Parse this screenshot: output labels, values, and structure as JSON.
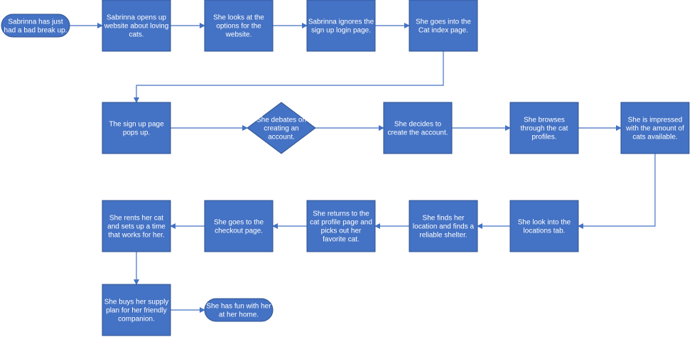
{
  "colors": {
    "fill": "#4472c4",
    "stroke": "#2f528f",
    "text": "#ffffff",
    "edge": "#4472c4"
  },
  "nodes": [
    {
      "id": "n1",
      "shape": "terminator",
      "lines": [
        "Sabrinna has just",
        "had a bad break up."
      ]
    },
    {
      "id": "n2",
      "shape": "process",
      "lines": [
        "Sabrinna opens up",
        "website about loving",
        "cats."
      ]
    },
    {
      "id": "n3",
      "shape": "process",
      "lines": [
        "She looks at the",
        "options for the",
        "website."
      ]
    },
    {
      "id": "n4",
      "shape": "process",
      "lines": [
        "Sabrinna ignores the",
        "sign up login page."
      ]
    },
    {
      "id": "n5",
      "shape": "process",
      "lines": [
        "She goes into the",
        "Cat index page."
      ]
    },
    {
      "id": "n6",
      "shape": "process",
      "lines": [
        "The sign up page",
        "pops up."
      ]
    },
    {
      "id": "n7",
      "shape": "decision",
      "lines": [
        "She debates on",
        "creating an",
        "account."
      ]
    },
    {
      "id": "n8",
      "shape": "process",
      "lines": [
        "She decides to",
        "create the account."
      ]
    },
    {
      "id": "n9",
      "shape": "process",
      "lines": [
        "She browses",
        "through the cat",
        "profiles."
      ]
    },
    {
      "id": "n10",
      "shape": "process",
      "lines": [
        "She is impressed",
        "with the amount of",
        "cats available."
      ]
    },
    {
      "id": "n11",
      "shape": "process",
      "lines": [
        "She look into the",
        "locations tab."
      ]
    },
    {
      "id": "n12",
      "shape": "process",
      "lines": [
        "She finds her",
        "location and finds a",
        "reliable shelter."
      ]
    },
    {
      "id": "n13",
      "shape": "process",
      "lines": [
        "She returns to the",
        "cat profile page and",
        "picks out her",
        "favorite cat."
      ]
    },
    {
      "id": "n14",
      "shape": "process",
      "lines": [
        "She goes to the",
        "checkout page."
      ]
    },
    {
      "id": "n15",
      "shape": "process",
      "lines": [
        "She rents her cat",
        "and sets up a time",
        "that works for her."
      ]
    },
    {
      "id": "n16",
      "shape": "process",
      "lines": [
        "She buys her supply",
        "plan for her friendly",
        "companion."
      ]
    },
    {
      "id": "n17",
      "shape": "terminator",
      "lines": [
        "She has fun with her",
        "at her home."
      ]
    }
  ],
  "edges": [
    [
      "n1",
      "n2"
    ],
    [
      "n2",
      "n3"
    ],
    [
      "n3",
      "n4"
    ],
    [
      "n4",
      "n5"
    ],
    [
      "n5",
      "n6"
    ],
    [
      "n6",
      "n7"
    ],
    [
      "n7",
      "n8"
    ],
    [
      "n8",
      "n9"
    ],
    [
      "n9",
      "n10"
    ],
    [
      "n10",
      "n11"
    ],
    [
      "n11",
      "n12"
    ],
    [
      "n12",
      "n13"
    ],
    [
      "n13",
      "n14"
    ],
    [
      "n14",
      "n15"
    ],
    [
      "n15",
      "n16"
    ],
    [
      "n16",
      "n17"
    ]
  ]
}
